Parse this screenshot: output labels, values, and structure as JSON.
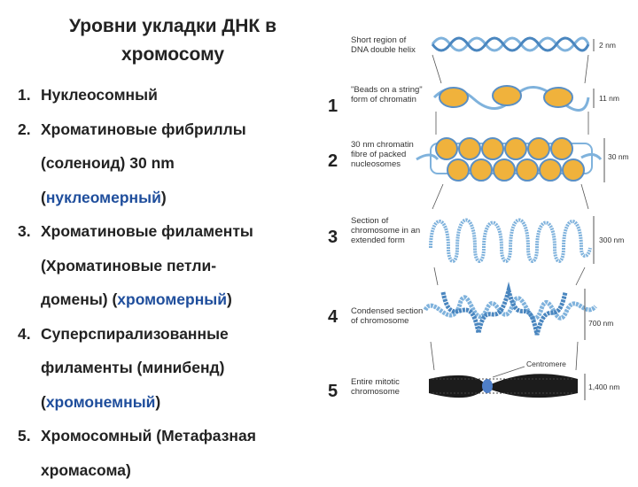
{
  "title": {
    "line1": "Уровни укладки ДНК в",
    "line2": "хромосому"
  },
  "levels": [
    {
      "num": "1.",
      "text": "Нуклеосомный"
    },
    {
      "num": "2.",
      "line1": "Хроматиновые фибриллы",
      "line2": "(соленоид) 30 nm",
      "line3_pre": "(",
      "line3_hl": "нуклеомерный",
      "line3_post": ")"
    },
    {
      "num": "3.",
      "line1": "Хроматиновые филаменты",
      "line2": "(Хроматиновые петли-",
      "line3_pre": "домены) (",
      "line3_hl": "хромомерный",
      "line3_post": ")"
    },
    {
      "num": "4.",
      "line1": "Суперспирализованные",
      "line2": "филаменты (минибенд)",
      "line3_pre": "(",
      "line3_hl": "хромонемный",
      "line3_post": ")"
    },
    {
      "num": "5.",
      "line1": "Хромосомный (Метафазная",
      "line2": "хромасома)"
    }
  ],
  "diagram": {
    "stage_numbers": [
      "1",
      "2",
      "3",
      "4",
      "5"
    ],
    "labels": {
      "helix": [
        "Short region of",
        "DNA double helix"
      ],
      "beads": [
        "\"Beads on a string\"",
        "form of chromatin"
      ],
      "fibre": [
        "30 nm chromatin",
        "fibre of packed",
        "nucleosomes"
      ],
      "section": [
        "Section of",
        "chromosome in an",
        "extended form"
      ],
      "condensed": [
        "Condensed section",
        "of chromosome"
      ],
      "mitotic": [
        "Entire mitotic",
        "chromosome"
      ],
      "centromere": "Centromere"
    },
    "dimensions": [
      "2 nm",
      "11 nm",
      "30 nm",
      "300 nm",
      "700 nm",
      "1,400 nm"
    ],
    "colors": {
      "dna": "#7fb2dc",
      "nucleosome": "#f0b23c",
      "chromosome": "#1c1c1c",
      "centromere": "#4f7fc8",
      "highlight_text": "#1f4e9c"
    }
  }
}
